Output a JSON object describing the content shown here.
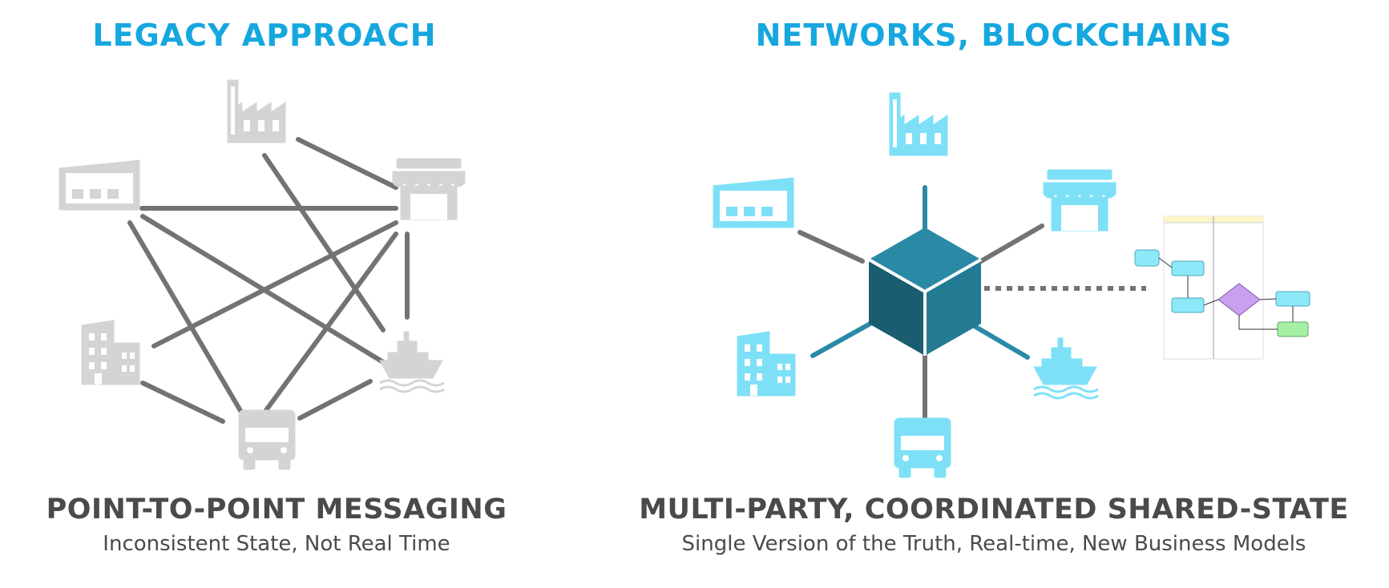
{
  "left_panel": {
    "title": "LEGACY APPROACH",
    "caption": "POINT-TO-POINT MESSAGING",
    "subcaption": "Inconsistent State, Not Real Time"
  },
  "right_panel": {
    "title": "NETWORKS, BLOCKCHAINS",
    "caption": "MULTI-PARTY, COORDINATED SHARED-STATE",
    "subcaption": "Single Version of the Truth, Real-time, New Business Models"
  },
  "colors": {
    "title": "#16a7df",
    "legacy_icon": "#d4d4d4",
    "network_icon": "#7ee0f7",
    "connector": "#737373",
    "cube_top": "#2a8aa6",
    "cube_left": "#1a5d70",
    "cube_right": "#237a93",
    "flowchart_process": "#8de8f7",
    "flowchart_decision": "#c9a0f0",
    "flowchart_end": "#a6f0a6"
  },
  "icons": [
    "factory-icon",
    "warehouse-icon",
    "store-icon",
    "office-building-icon",
    "cargo-ship-icon",
    "truck-icon",
    "blockchain-cube-icon",
    "flowchart-icon"
  ]
}
